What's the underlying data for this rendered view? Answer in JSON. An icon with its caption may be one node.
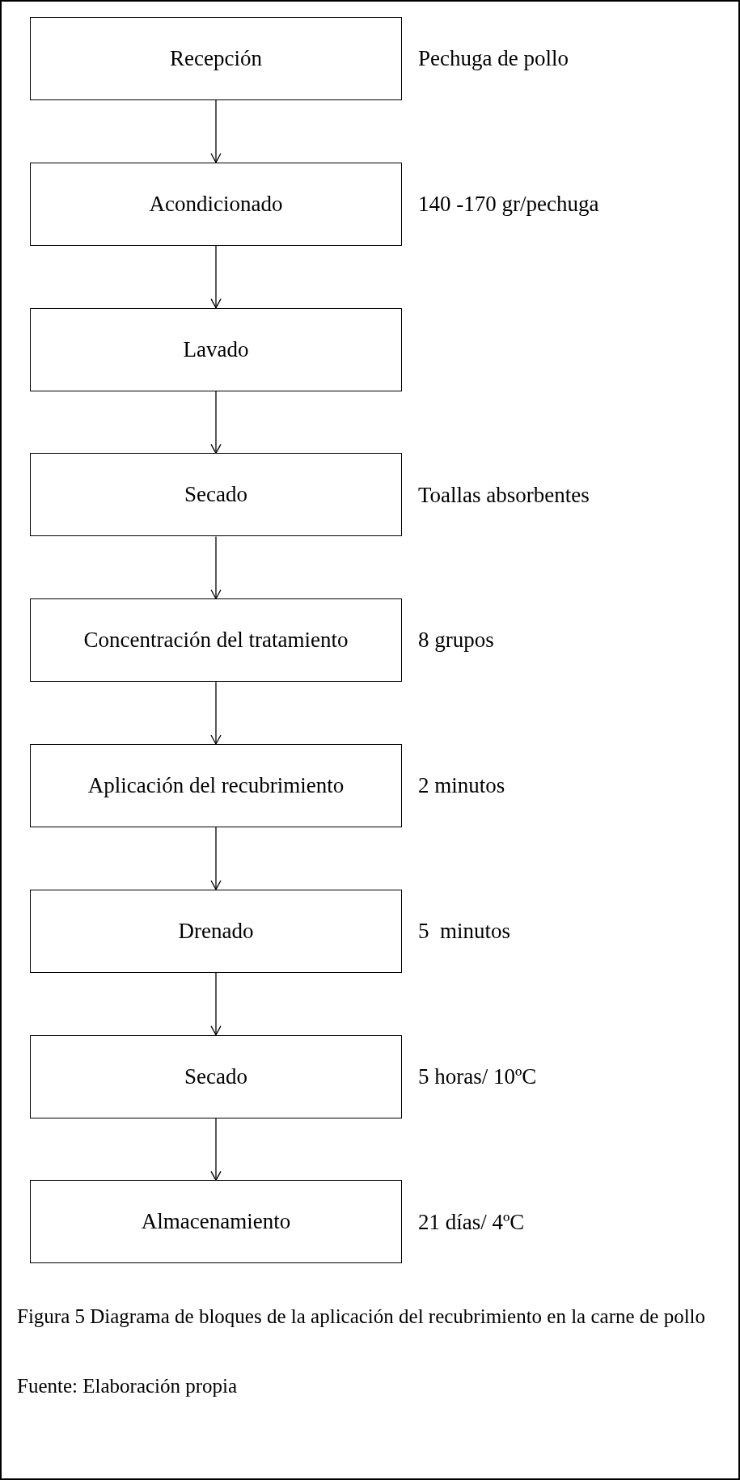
{
  "diagram": {
    "nodes": [
      {
        "text": [
          "Recepción"
        ],
        "beside": [
          "Pechuga de pollo"
        ]
      },
      {
        "text": [
          "Acondicionado"
        ],
        "beside": [
          "140 -170 gr/pechuga"
        ]
      },
      {
        "text": [
          "Lavado"
        ]
      },
      {
        "text": [
          "Secado"
        ],
        "beside": [
          "Toallas absorbentes"
        ]
      },
      {
        "text": [
          "Concentración del tratamiento"
        ],
        "beside": [
          "8 grupos"
        ]
      },
      {
        "text": [
          "Aplicación del recubrimiento"
        ],
        "beside": [
          "2 minutos"
        ]
      },
      {
        "text": [
          "Drenado"
        ],
        "beside": [
          "5  minutos"
        ]
      },
      {
        "text": [
          "Secado"
        ],
        "beside": [
          "5 horas/ 10ºC"
        ]
      },
      {
        "text": [
          "Almacenamiento"
        ],
        "beside": [
          "21 días/ 4ºC"
        ]
      }
    ],
    "edges": [
      {
        "from": 0,
        "to": 1,
        "arrow": "to"
      },
      {
        "from": 1,
        "to": 2,
        "arrow": "to"
      },
      {
        "from": 2,
        "to": 3,
        "arrow": "to"
      },
      {
        "from": 3,
        "to": 4,
        "arrow": "to"
      },
      {
        "from": 4,
        "to": 5,
        "arrow": "to"
      },
      {
        "from": 5,
        "to": 6,
        "arrow": "to"
      },
      {
        "from": 6,
        "to": 7,
        "arrow": "to"
      },
      {
        "from": 7,
        "to": 8,
        "arrow": "to"
      }
    ],
    "caption": "Figura 5 Diagrama de bloques de la aplicación del recubrimiento en la carne de pollo",
    "labels": [
      "Fuente: Elaboración propia"
    ]
  }
}
